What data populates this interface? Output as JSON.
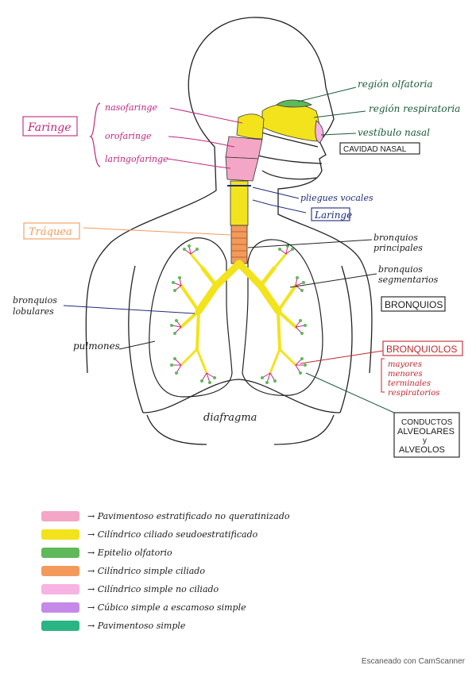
{
  "labels": {
    "region_olfatoria": "región olfatoria",
    "region_respiratoria": "región respiratoria",
    "vestibulo_nasal": "vestíbulo nasal",
    "cavidad_nasal": "CAVIDAD NASAL",
    "faringe": "Faringe",
    "nasofaringe": "nasofaringe",
    "orofaringe": "orofaringe",
    "laringofaringe": "laringofaringe",
    "pliegues_vocales": "pliegues vocales",
    "laringe": "Laringe",
    "traquea": "Tráquea",
    "bronquios_principales_1": "bronquios",
    "bronquios_principales_2": "principales",
    "bronquios_segmentarios_1": "bronquios",
    "bronquios_segmentarios_2": "segmentarios",
    "bronquios_box": "BRONQUIOS",
    "bronquios_lobulares_1": "bronquios",
    "bronquios_lobulares_2": "lobulares",
    "pulmones": "pulmones",
    "bronquiolos": "BRONQUIOLOS",
    "mayores": "mayores",
    "menores": "menores",
    "terminales": "terminales",
    "respiratorios": "respiratorios",
    "diafragma": "diafragma",
    "conductos_1": "CONDUCTOS",
    "conductos_2": "ALVEOLARES",
    "conductos_3": "y",
    "conductos_4": "ALVEOLOS"
  },
  "legend": [
    {
      "color": "#f4a6c6",
      "text": "→ Pavimentoso estratificado no queratinizado"
    },
    {
      "color": "#f2e31c",
      "text": "→ Cilíndrico ciliado seudoestratificado"
    },
    {
      "color": "#5fb85a",
      "text": "→ Epitelio olfatorio"
    },
    {
      "color": "#f39a5b",
      "text": "→ Cilíndrico simple ciliado"
    },
    {
      "color": "#f7b3e3",
      "text": "→ Cilíndrico simple no ciliado"
    },
    {
      "color": "#c58ae8",
      "text": "→ Cúbico simple a escamoso simple"
    },
    {
      "color": "#2bb585",
      "text": "→ Pavimentoso simple"
    }
  ],
  "colors": {
    "pink": "#f4a6c6",
    "yellow": "#f2e31c",
    "green": "#5fb85a",
    "orange": "#f39a5b",
    "magenta": "#c0287f",
    "navy": "#1f2b7a",
    "red": "#c0282e",
    "teal": "#1a5a3a"
  },
  "watermark": "Escaneado con CamScanner"
}
